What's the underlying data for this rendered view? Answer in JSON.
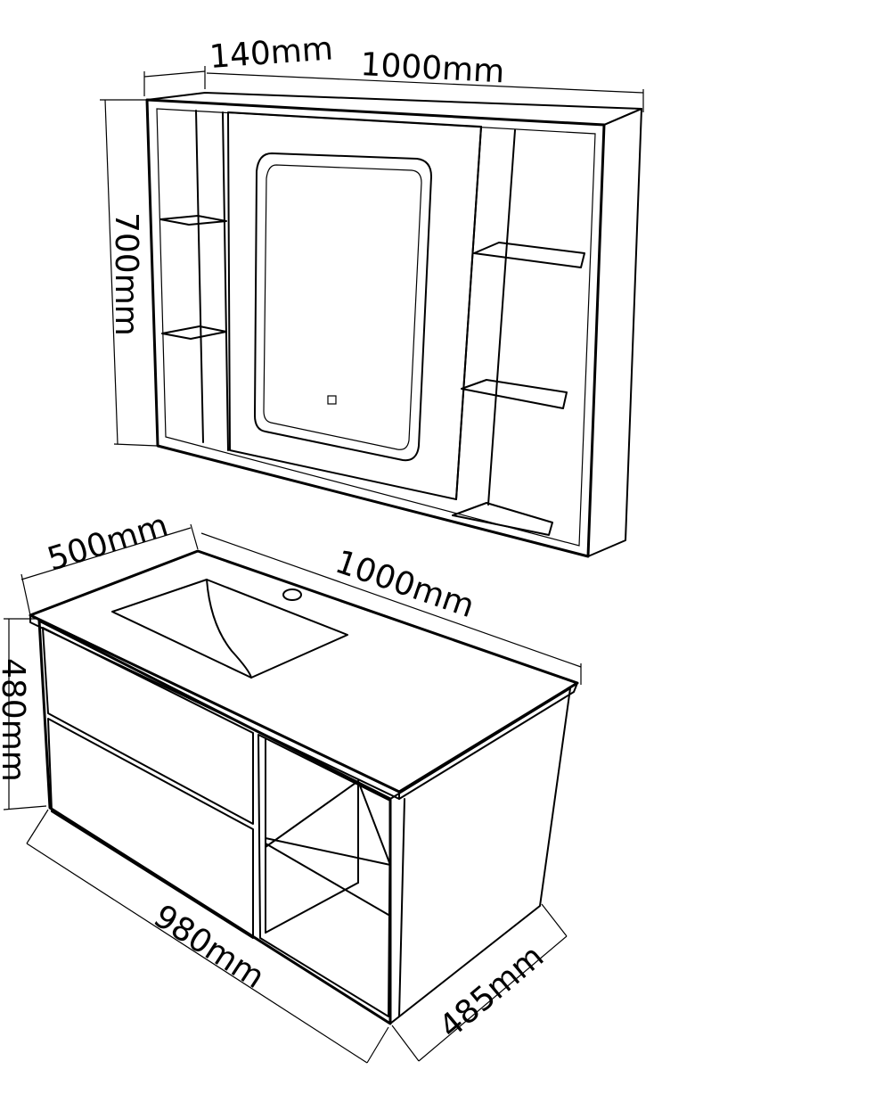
{
  "mirror_cabinet": {
    "depth_label": "140mm",
    "width_label": "1000mm",
    "height_label": "700mm"
  },
  "vanity": {
    "depth_top_label": "500mm",
    "width_top_label": "1000mm",
    "height_label": "480mm",
    "width_bottom_label": "980mm",
    "depth_bottom_label": "485mm"
  }
}
